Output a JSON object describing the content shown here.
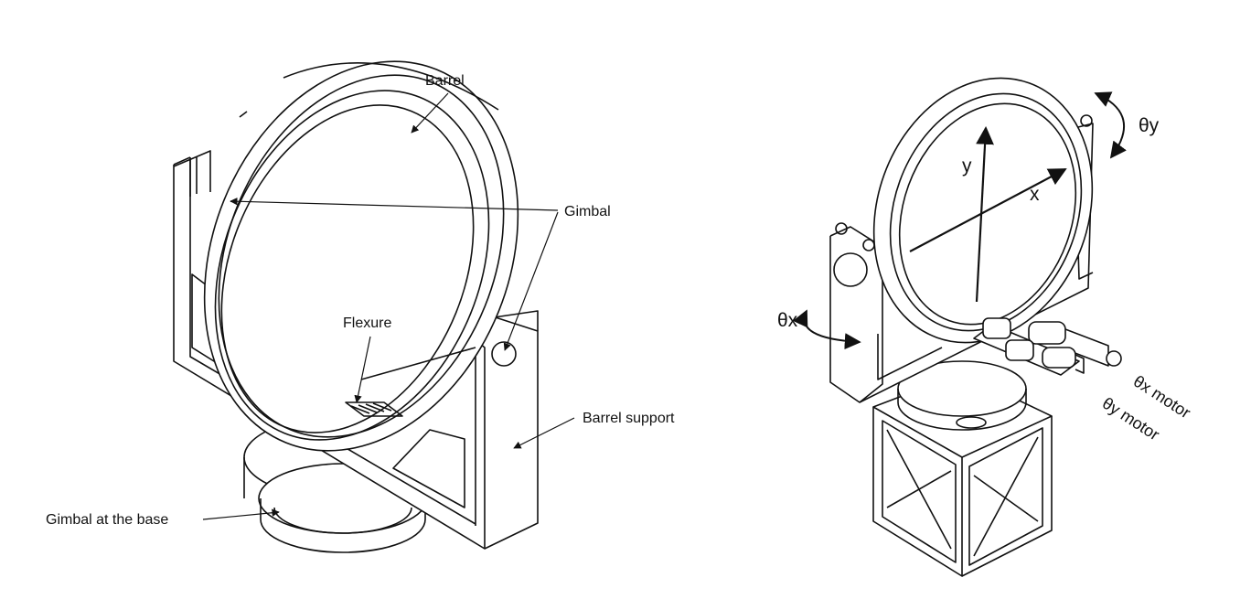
{
  "left_figure": {
    "labels": {
      "barrel": "Barrel",
      "gimbal": "Gimbal",
      "flexure": "Flexure",
      "barrel_support": "Barrel support",
      "gimbal_base": "Gimbal at the base"
    }
  },
  "right_figure": {
    "labels": {
      "axis_x": "x",
      "axis_y": "y",
      "theta_x": "θx",
      "theta_y": "θy",
      "theta_x_motor": "θx motor",
      "theta_y_motor": "θy motor"
    }
  },
  "colors": {
    "line": "#111111",
    "background": "#ffffff",
    "shade": "#e6e6e6"
  }
}
